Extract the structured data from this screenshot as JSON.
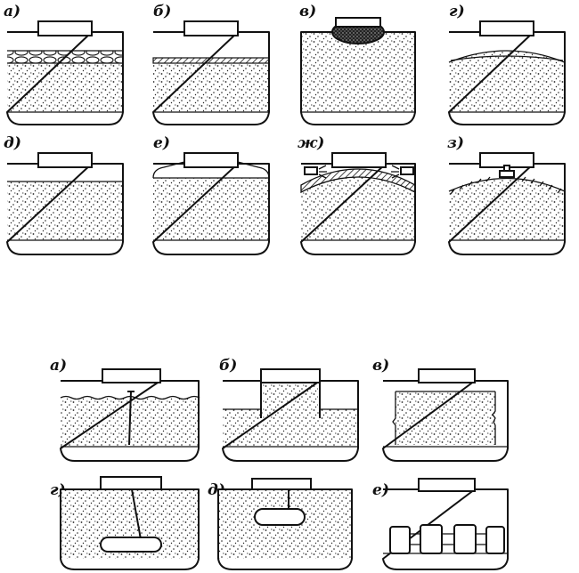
{
  "top_figure": {
    "panels": [
      {
        "id": "a",
        "label": "а)"
      },
      {
        "id": "b",
        "label": "б)"
      },
      {
        "id": "v",
        "label": "в)"
      },
      {
        "id": "g",
        "label": "г)"
      },
      {
        "id": "d",
        "label": "д)"
      },
      {
        "id": "e",
        "label": "е)"
      },
      {
        "id": "zh",
        "label": "ж)"
      },
      {
        "id": "z",
        "label": "з)"
      }
    ]
  },
  "bottom_figure": {
    "panels": [
      {
        "id": "a",
        "label": "а)"
      },
      {
        "id": "b",
        "label": "б)"
      },
      {
        "id": "v",
        "label": "в)"
      },
      {
        "id": "g",
        "label": "г)"
      },
      {
        "id": "d",
        "label": "д)"
      },
      {
        "id": "e",
        "label": "е)"
      }
    ]
  }
}
